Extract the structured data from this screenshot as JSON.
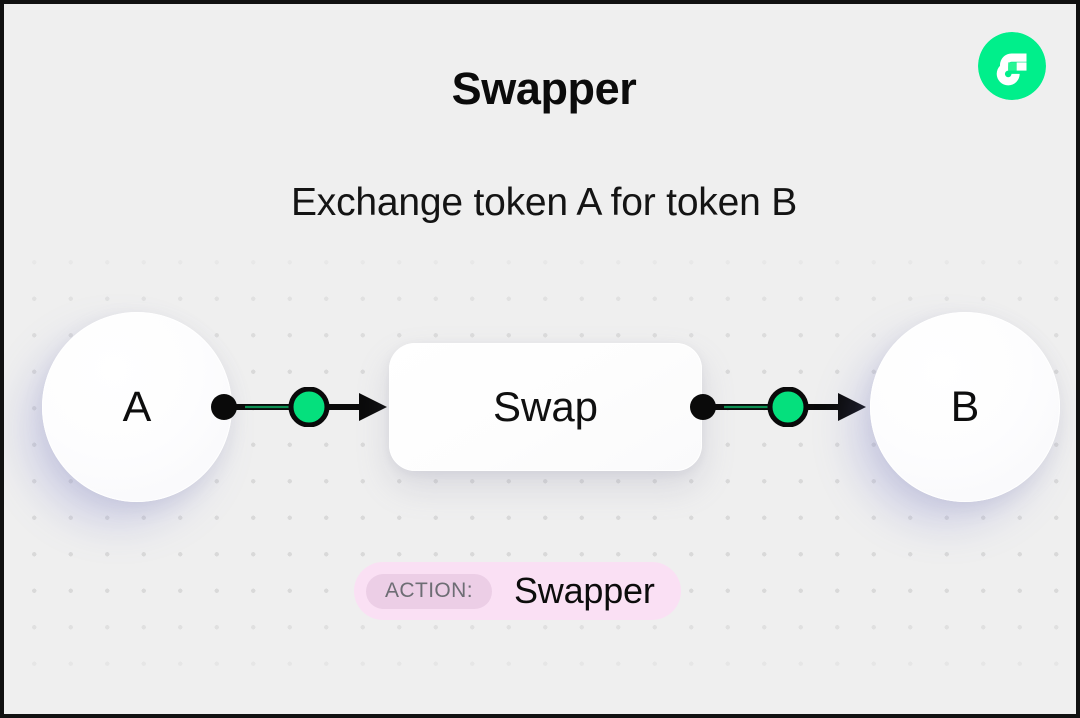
{
  "page": {
    "title": "Swapper",
    "subtitle": "Exchange token A for token B",
    "background_color": "#efefef",
    "dot_color": "#d9d9d9",
    "frame_color": "#111111"
  },
  "logo": {
    "name": "flow-logo",
    "circle_color": "#00ef8b",
    "mark_color": "#ffffff",
    "accent_color": "#2af596"
  },
  "diagram": {
    "nodes": [
      {
        "id": "token-a",
        "label": "A",
        "shape": "circle"
      },
      {
        "id": "swap",
        "label": "Swap",
        "shape": "rounded-rect"
      },
      {
        "id": "token-b",
        "label": "B",
        "shape": "circle"
      }
    ],
    "connectors": [
      {
        "id": "connector-1",
        "from": "token-a",
        "to": "swap",
        "dot_color": "#0a0a0a",
        "node_color": "#05e07d",
        "line_color": "#0a0a0a",
        "arrow": true
      },
      {
        "id": "connector-2",
        "from": "swap",
        "to": "token-b",
        "dot_color": "#0a0a0a",
        "node_color": "#05e07d",
        "line_color": "#0a0a0a",
        "arrow": true
      }
    ]
  },
  "action_badge": {
    "label": "ACTION:",
    "value": "Swapper",
    "pill_color": "#fae0f4",
    "label_pill_color": "#eccee6",
    "label_text_color": "#6d6d74"
  }
}
